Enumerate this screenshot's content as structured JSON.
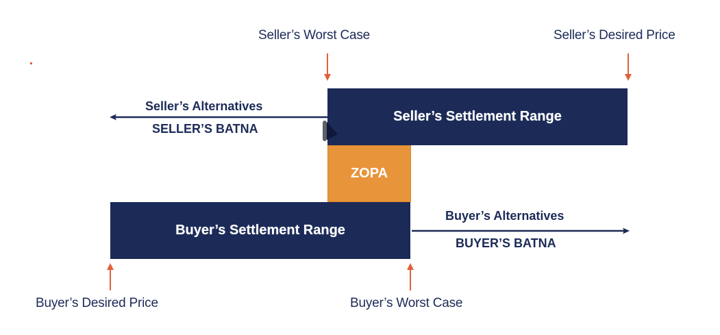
{
  "diagram": {
    "type": "negotiation-zopa",
    "colors": {
      "navy": "#1b2a57",
      "orange_box": "#e8943a",
      "arrow_orange": "#e0603a",
      "text_white": "#ffffff"
    },
    "seller": {
      "worst_case_label": "Seller’s Worst Case",
      "desired_price_label": "Seller’s Desired Price",
      "settlement_range_label": "Seller’s Settlement Range",
      "alternatives_label": "Seller’s Alternatives",
      "batna_label": "SELLER’S BATNA"
    },
    "zopa": {
      "label": "ZOPA"
    },
    "buyer": {
      "settlement_range_label": "Buyer’s Settlement Range",
      "alternatives_label": "Buyer’s Alternatives",
      "batna_label": "BUYER’S BATNA",
      "desired_price_label": "Buyer’s Desired Price",
      "worst_case_label": "Buyer’s Worst Case"
    }
  }
}
